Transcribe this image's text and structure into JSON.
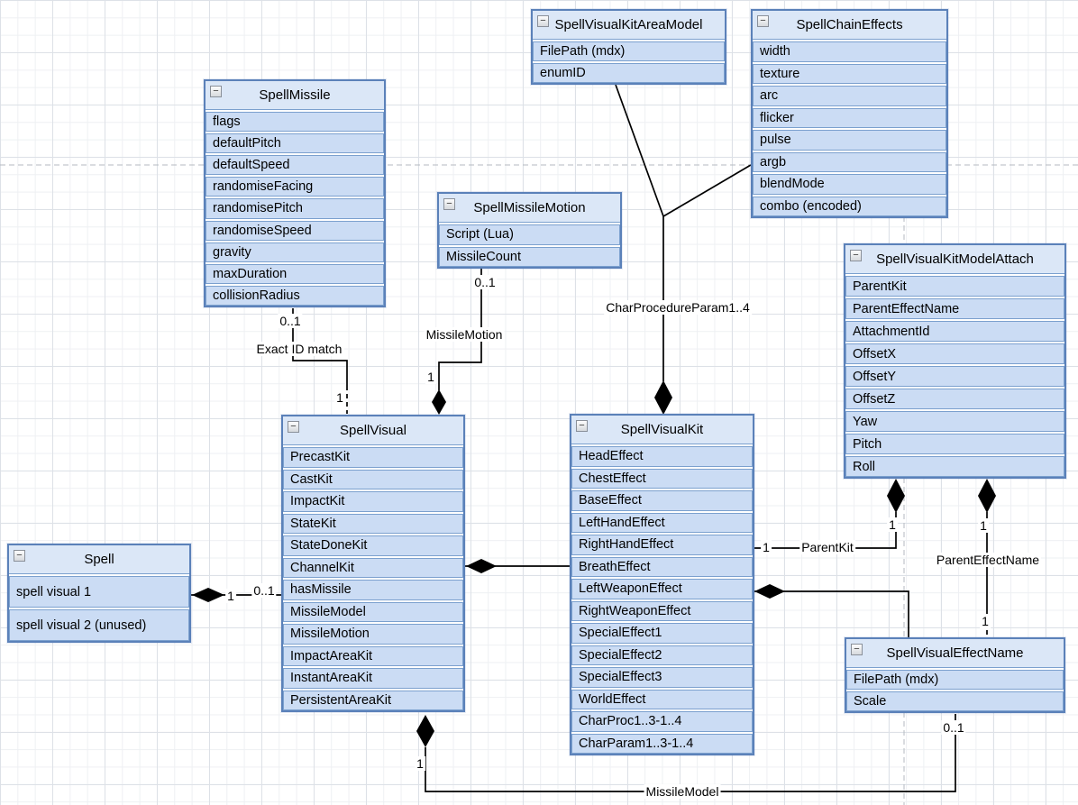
{
  "icons": {
    "collapse": "−"
  },
  "colors": {
    "box_fill": "#cbdcf4",
    "box_header_fill": "#dbe7f7",
    "box_border": "#5b81b9",
    "row_border": "#7ba0ce",
    "connector": "#000000",
    "page_boundary": "#b5bac0"
  },
  "entities": {
    "spellMissile": {
      "title": "SpellMissile",
      "rows": [
        "flags",
        "defaultPitch",
        "defaultSpeed",
        "randomiseFacing",
        "randomisePitch",
        "randomiseSpeed",
        "gravity",
        "maxDuration",
        "collisionRadius"
      ]
    },
    "spellVisualKitAreaModel": {
      "title": "SpellVisualKitAreaModel",
      "rows": [
        "FilePath (mdx)",
        "enumID"
      ]
    },
    "spellChainEffects": {
      "title": "SpellChainEffects",
      "rows": [
        "width",
        "texture",
        "arc",
        "flicker",
        "pulse",
        "argb",
        "blendMode",
        "combo (encoded)"
      ]
    },
    "spellMissileMotion": {
      "title": "SpellMissileMotion",
      "rows": [
        "Script (Lua)",
        "MissileCount"
      ]
    },
    "spellVisualKitModelAttach": {
      "title": "SpellVisualKitModelAttach",
      "rows": [
        "ParentKit",
        "ParentEffectName",
        "AttachmentId",
        "OffsetX",
        "OffsetY",
        "OffsetZ",
        "Yaw",
        "Pitch",
        "Roll"
      ]
    },
    "spellVisual": {
      "title": "SpellVisual",
      "rows": [
        "PrecastKit",
        "CastKit",
        "ImpactKit",
        "StateKit",
        "StateDoneKit",
        "ChannelKit",
        "hasMissile",
        "MissileModel",
        "MissileMotion",
        "ImpactAreaKit",
        "InstantAreaKit",
        "PersistentAreaKit"
      ]
    },
    "spellVisualKit": {
      "title": "SpellVisualKit",
      "rows": [
        "HeadEffect",
        "ChestEffect",
        "BaseEffect",
        "LeftHandEffect",
        "RightHandEffect",
        "BreathEffect",
        "LeftWeaponEffect",
        "RightWeaponEffect",
        "SpecialEffect1",
        "SpecialEffect2",
        "SpecialEffect3",
        "WorldEffect",
        "CharProc1..3-1..4",
        "CharParam1..3-1..4"
      ]
    },
    "spell": {
      "title": "Spell",
      "rows": [
        "spell visual 1",
        "spell visual 2 (unused)"
      ]
    },
    "spellVisualEffectName": {
      "title": "SpellVisualEffectName",
      "rows": [
        "FilePath (mdx)",
        "Scale"
      ]
    }
  },
  "labels": {
    "missile_mult": "0..1",
    "exact_id": "Exact ID match",
    "missile_one": "1",
    "motion_mult": "0..1",
    "motion_name": "MissileMotion",
    "motion_one": "1",
    "char_proc": "CharProcedureParam1..4",
    "spell_one": "1",
    "spell_mult": "0..1",
    "parentkit_one_a": "1",
    "parentkit_name": "ParentKit",
    "parentkit_one_b": "1",
    "peffect_one_a": "1",
    "peffect_name": "ParentEffectName",
    "peffect_one_b": "1",
    "mmodel_one": "1",
    "mmodel_name": "MissileModel",
    "mmodel_mult": "0..1"
  }
}
